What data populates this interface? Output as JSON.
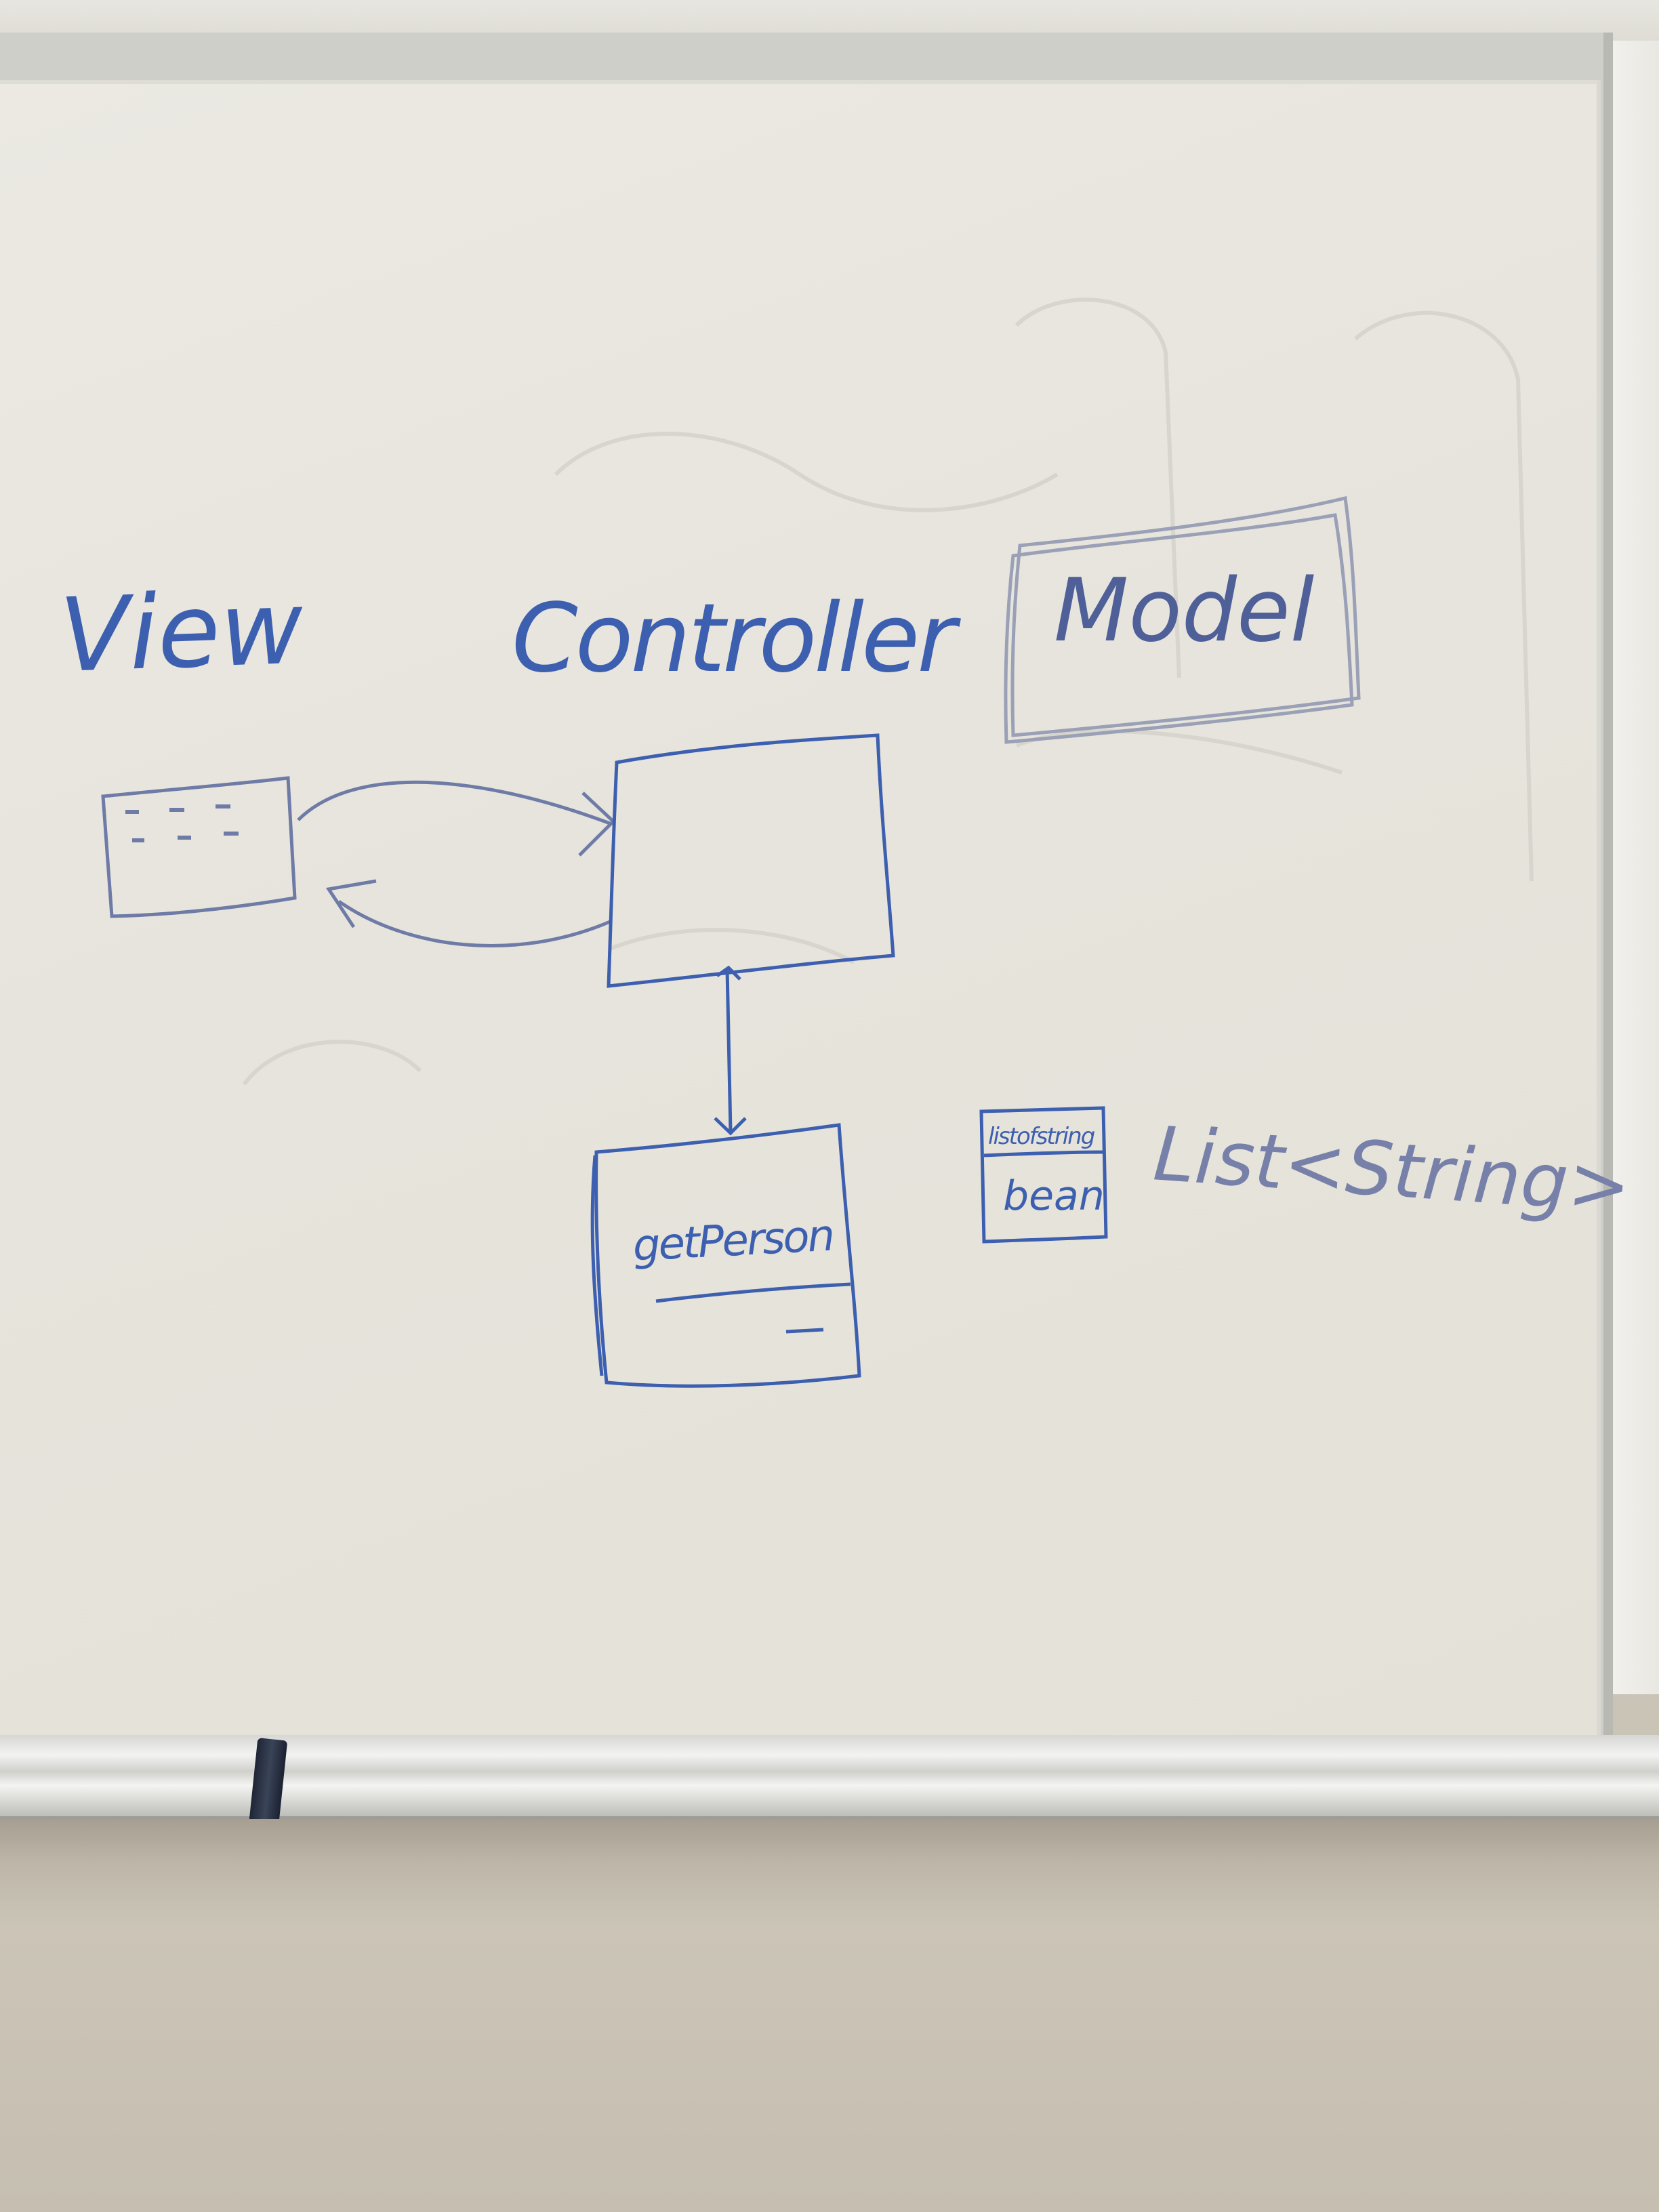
{
  "whiteboard": {
    "labels": {
      "view": "View",
      "controller": "Controller",
      "model": "Model"
    },
    "method_box_text": "getPerson",
    "class_box": {
      "header": "listofstring",
      "body": "bean"
    },
    "type_note": "List<String>"
  },
  "colors": {
    "marker_blue": "#3d5fb0",
    "faint_marker": "#8e97b8",
    "whiteboard": "#e8e6df",
    "tray_metal": "#e6e6e3",
    "wall": "#c9c2b4"
  }
}
